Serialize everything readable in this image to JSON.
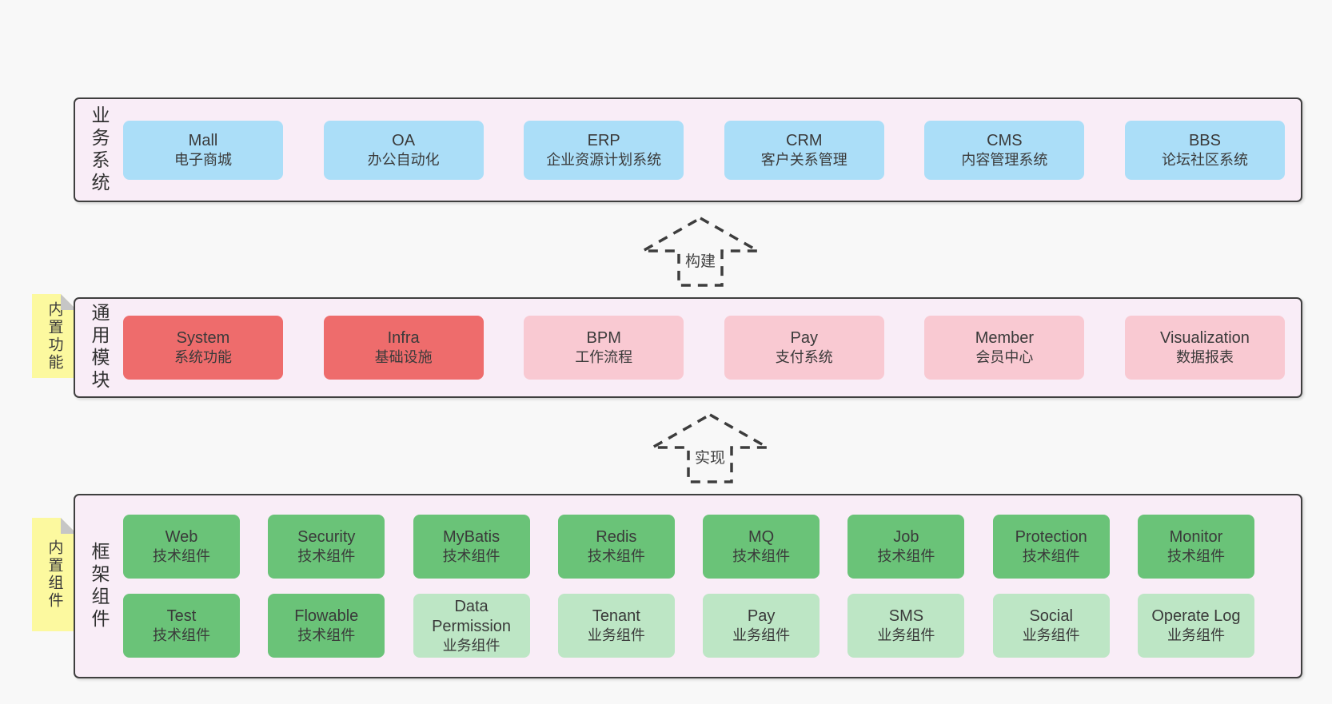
{
  "colors": {
    "page_bg": "#f8f8f8",
    "panel_bg": "#f9edf7",
    "border": "#3f3f3f",
    "tab_bg": "#fcf99f",
    "blue": "#abdef8",
    "red": "#ee6c6c",
    "pink": "#f9c9d2",
    "green_dark": "#6ac378",
    "green_light": "#bde6c5"
  },
  "arrows": [
    {
      "label": "构建"
    },
    {
      "label": "实现"
    }
  ],
  "panels": {
    "business": {
      "side_label": "业务系统",
      "boxes": [
        {
          "name": "Mall",
          "desc": "电子商城",
          "variant": "blue"
        },
        {
          "name": "OA",
          "desc": "办公自动化",
          "variant": "blue"
        },
        {
          "name": "ERP",
          "desc": "企业资源计划系统",
          "variant": "blue"
        },
        {
          "name": "CRM",
          "desc": "客户关系管理",
          "variant": "blue"
        },
        {
          "name": "CMS",
          "desc": "内容管理系统",
          "variant": "blue"
        },
        {
          "name": "BBS",
          "desc": "论坛社区系统",
          "variant": "blue"
        }
      ]
    },
    "modules": {
      "side_label": "通用模块",
      "sticky_tab": "内置功能",
      "boxes": [
        {
          "name": "System",
          "desc": "系统功能",
          "variant": "red"
        },
        {
          "name": "Infra",
          "desc": "基础设施",
          "variant": "red"
        },
        {
          "name": "BPM",
          "desc": "工作流程",
          "variant": "pink"
        },
        {
          "name": "Pay",
          "desc": "支付系统",
          "variant": "pink"
        },
        {
          "name": "Member",
          "desc": "会员中心",
          "variant": "pink"
        },
        {
          "name": "Visualization",
          "desc": "数据报表",
          "variant": "pink"
        }
      ]
    },
    "framework": {
      "side_label": "框架组件",
      "sticky_tab": "内置组件",
      "rows": [
        [
          {
            "name": "Web",
            "desc": "技术组件",
            "variant": "green_dark"
          },
          {
            "name": "Security",
            "desc": "技术组件",
            "variant": "green_dark"
          },
          {
            "name": "MyBatis",
            "desc": "技术组件",
            "variant": "green_dark"
          },
          {
            "name": "Redis",
            "desc": "技术组件",
            "variant": "green_dark"
          },
          {
            "name": "MQ",
            "desc": "技术组件",
            "variant": "green_dark"
          },
          {
            "name": "Job",
            "desc": "技术组件",
            "variant": "green_dark"
          },
          {
            "name": "Protection",
            "desc": "技术组件",
            "variant": "green_dark"
          },
          {
            "name": "Monitor",
            "desc": "技术组件",
            "variant": "green_dark"
          }
        ],
        [
          {
            "name": "Test",
            "desc": "技术组件",
            "variant": "green_dark"
          },
          {
            "name": "Flowable",
            "desc": "技术组件",
            "variant": "green_dark"
          },
          {
            "name": "Data Permission",
            "desc": "业务组件",
            "variant": "green_light"
          },
          {
            "name": "Tenant",
            "desc": "业务组件",
            "variant": "green_light"
          },
          {
            "name": "Pay",
            "desc": "业务组件",
            "variant": "green_light"
          },
          {
            "name": "SMS",
            "desc": "业务组件",
            "variant": "green_light"
          },
          {
            "name": "Social",
            "desc": "业务组件",
            "variant": "green_light"
          },
          {
            "name": "Operate Log",
            "desc": "业务组件",
            "variant": "green_light"
          }
        ]
      ]
    }
  }
}
